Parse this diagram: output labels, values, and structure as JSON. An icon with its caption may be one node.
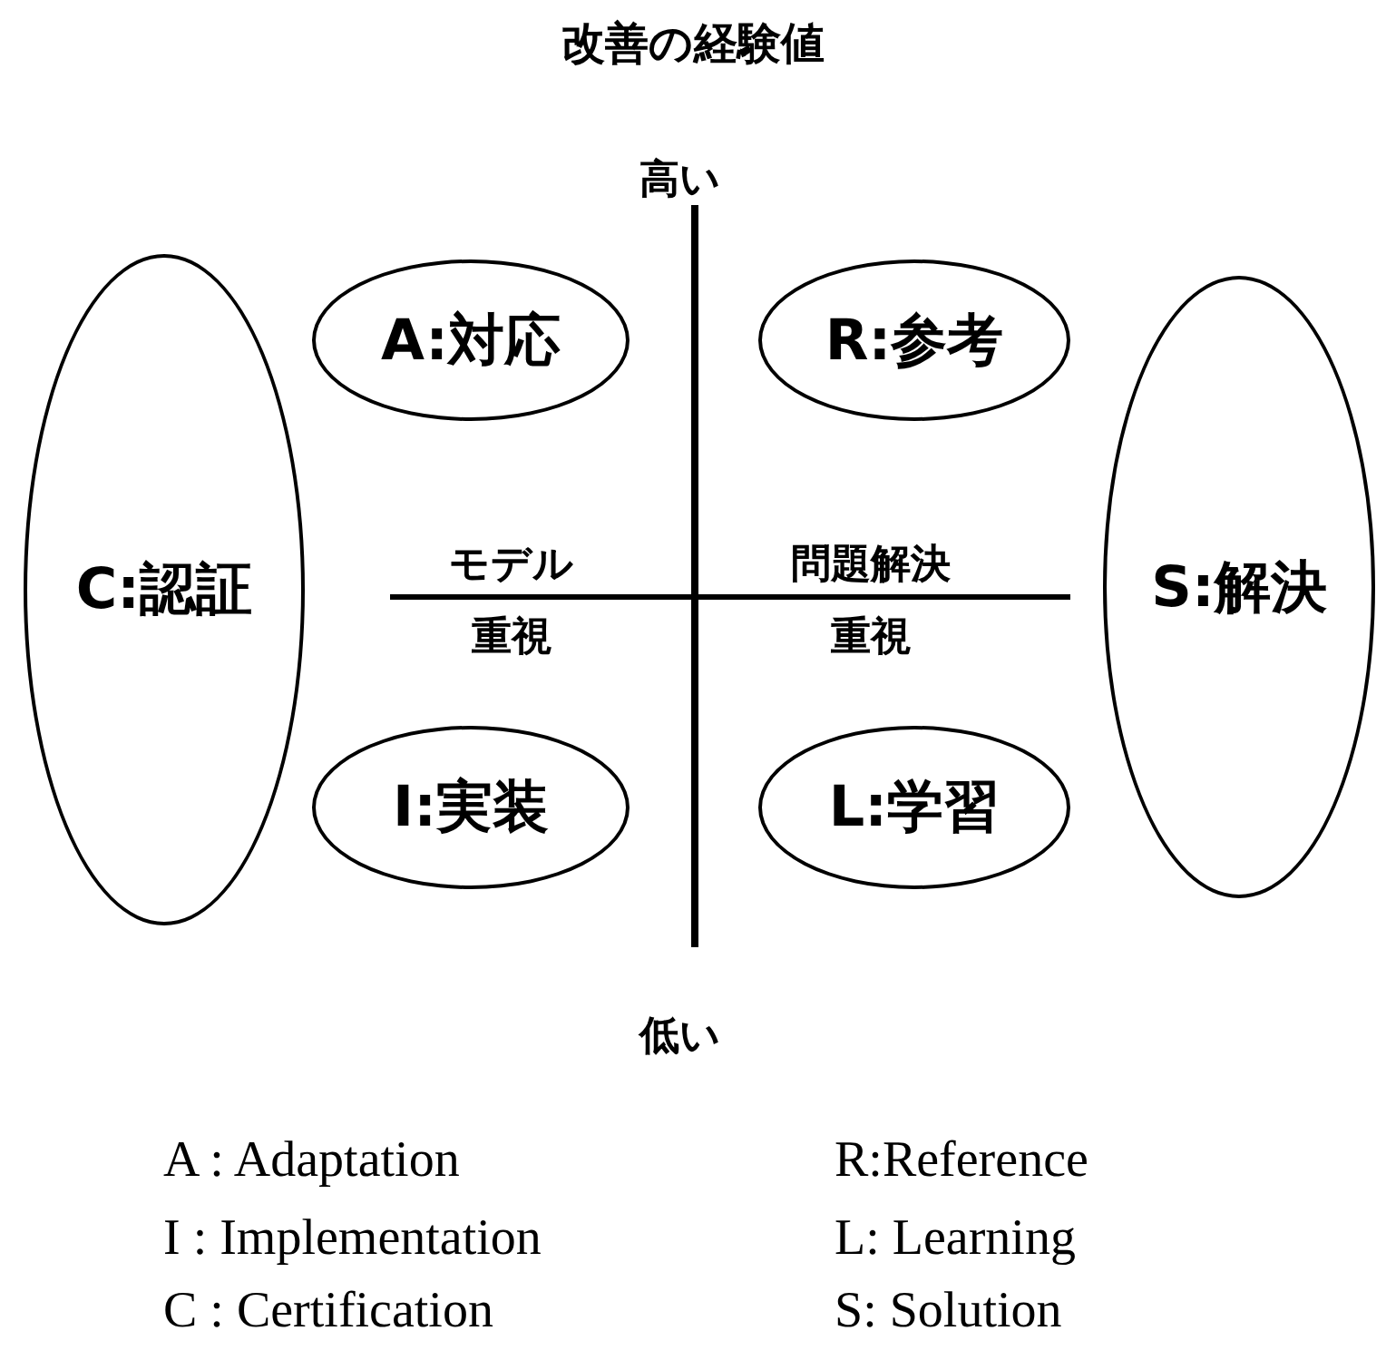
{
  "diagram": {
    "title": "改善の経験値",
    "nodes": [
      {
        "text": [
          "A:対応"
        ]
      },
      {
        "text": [
          "R:参考"
        ]
      },
      {
        "text": [
          "C:認証"
        ]
      },
      {
        "text": [
          "S:解決"
        ]
      },
      {
        "text": [
          "I:実装"
        ]
      },
      {
        "text": [
          "L:学習"
        ]
      }
    ],
    "labels": [
      "高い",
      "モデル",
      "問題解決",
      "重視",
      "重視",
      "低い",
      "A : Adaptation",
      "R:Reference",
      "I : Implementation",
      "L: Learning",
      "C : Certification",
      "S: Solution"
    ]
  }
}
